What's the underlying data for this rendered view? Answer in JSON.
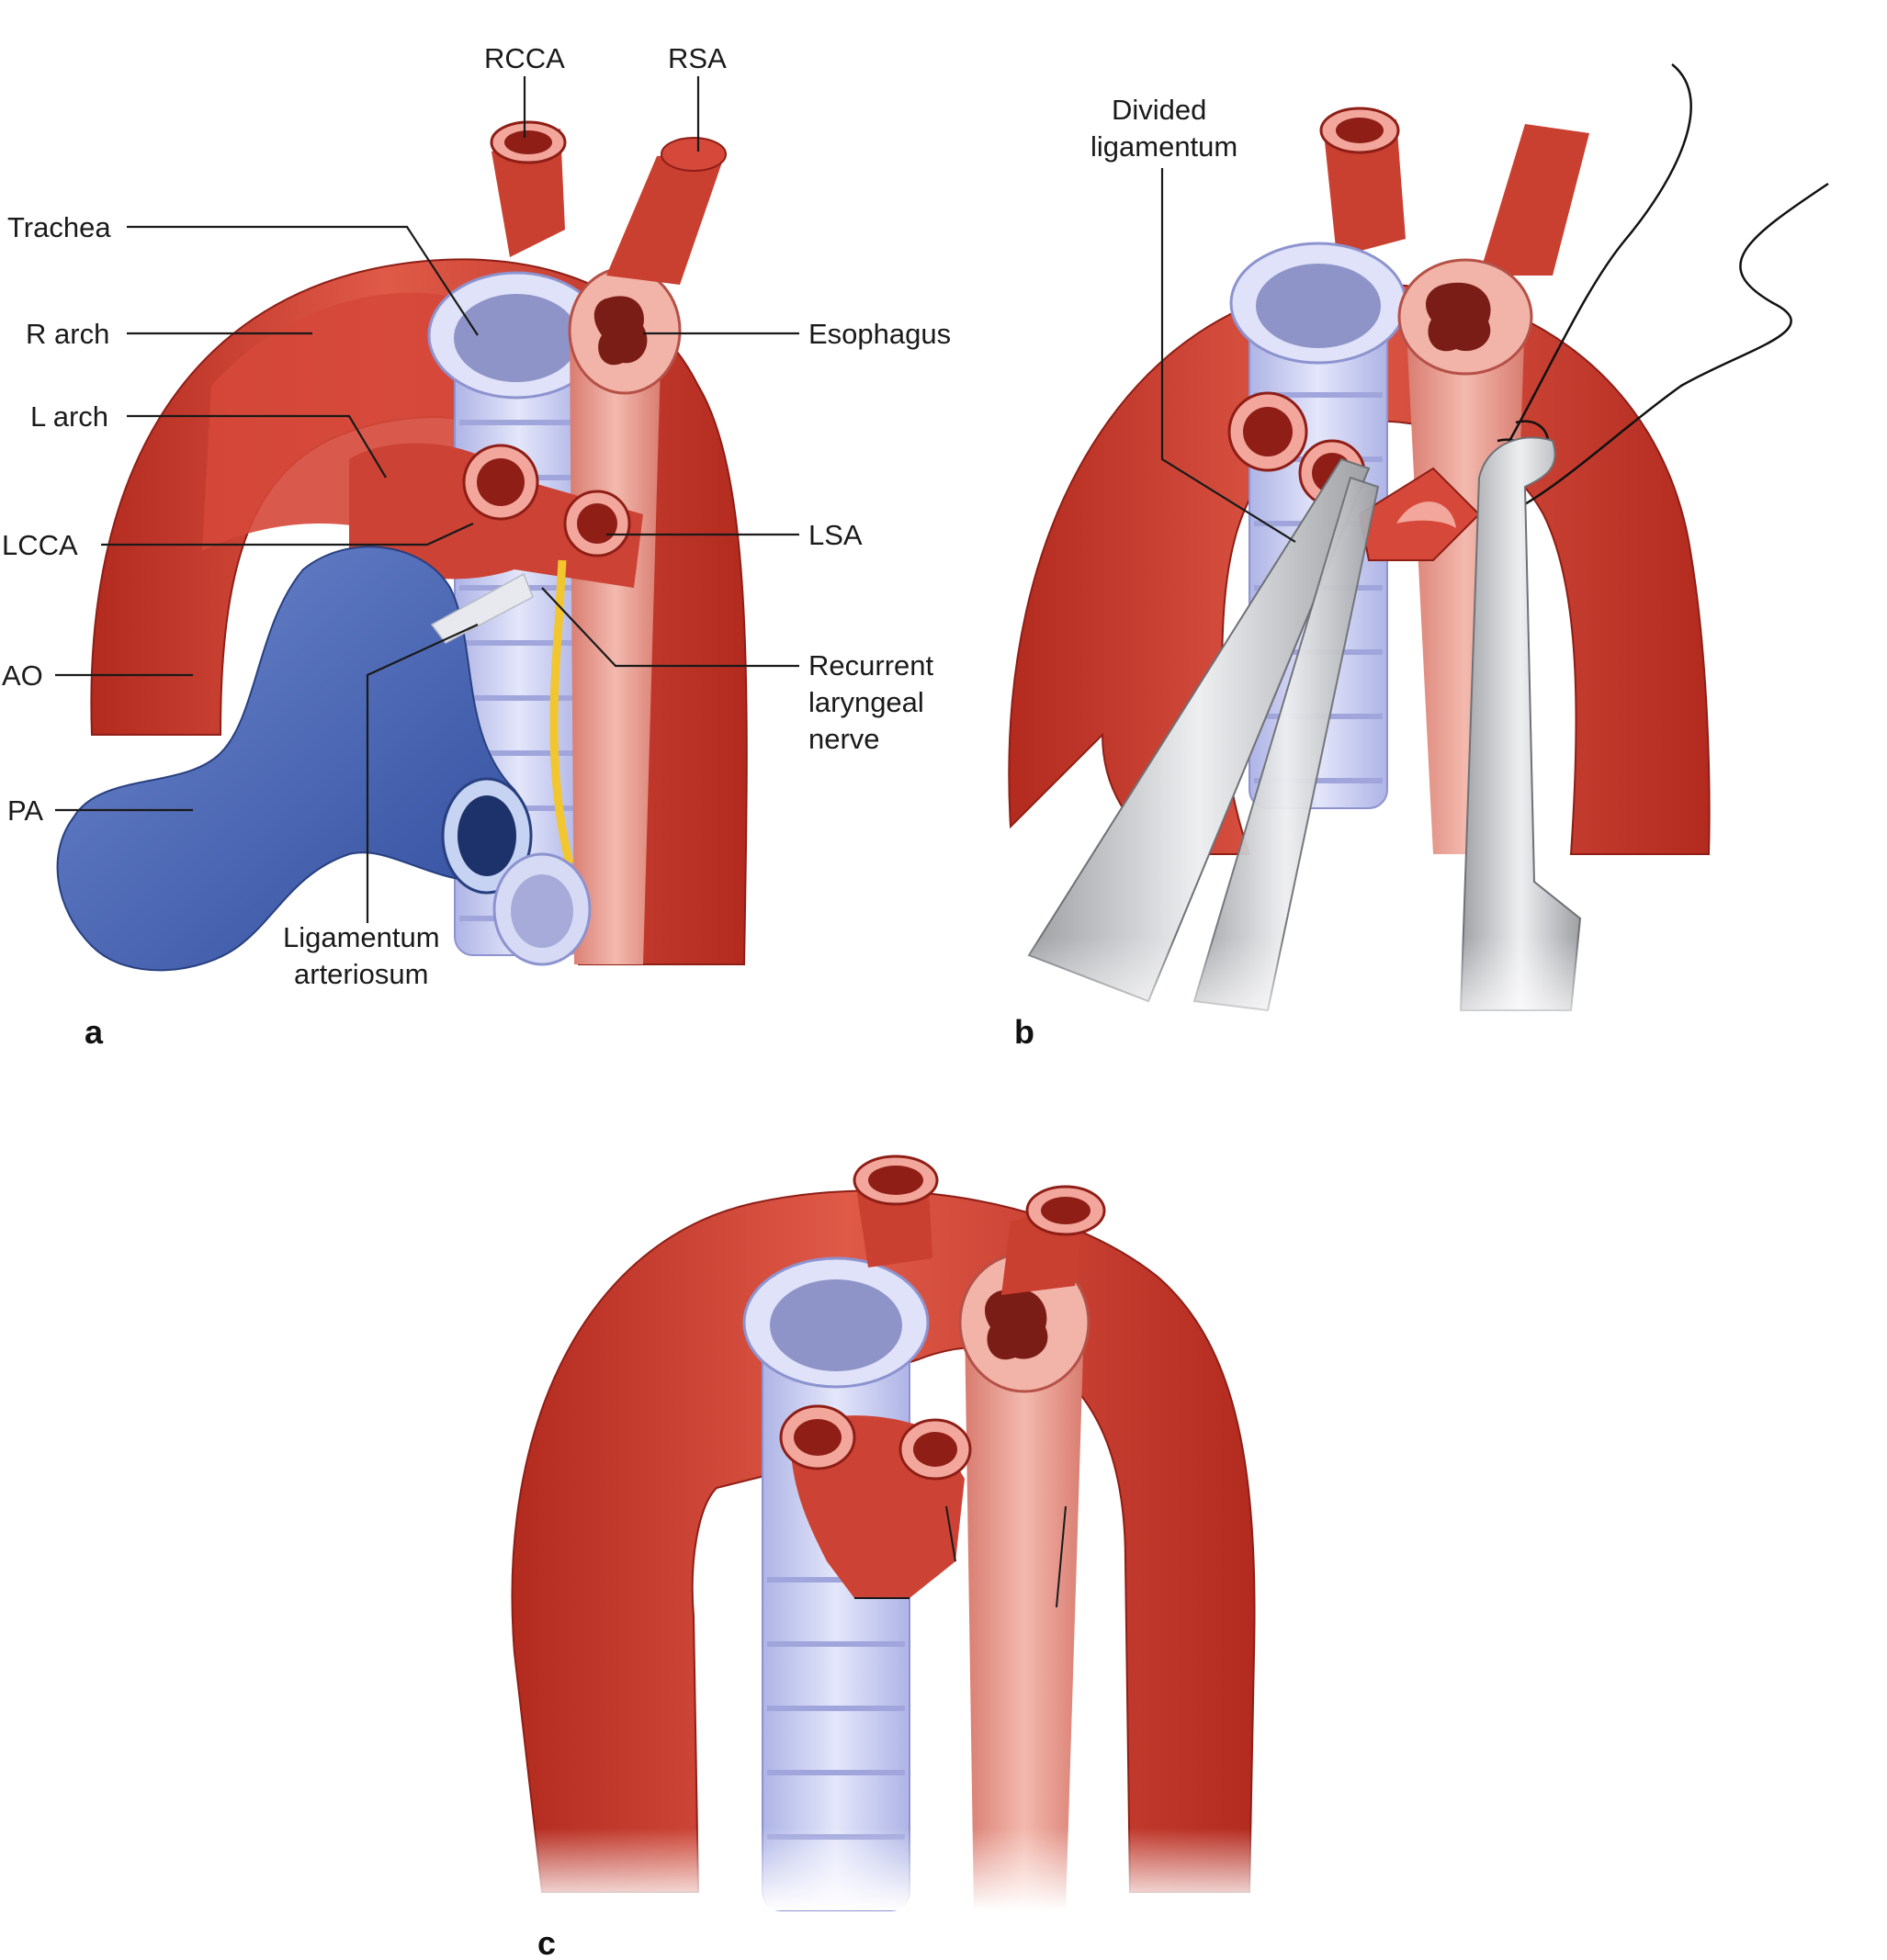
{
  "colors": {
    "artery": "#c83a2c",
    "artery_light": "#e46a58",
    "artery_dark": "#8e1e16",
    "pulmonary_artery": "#4a66b4",
    "trachea": "#c9cdf0",
    "esophagus": "#eea69a",
    "nerve": "#f2c62e",
    "instrument": "#c8c9cc"
  },
  "panels": [
    {
      "letter": "a"
    },
    {
      "letter": "b"
    },
    {
      "letter": "c"
    }
  ],
  "labels": {
    "rcca": "RCCA",
    "rsa": "RSA",
    "trachea": "Trachea",
    "r_arch": "R arch",
    "l_arch": "L arch",
    "esophagus": "Esophagus",
    "lcca": "LCCA",
    "lsa": "LSA",
    "ao": "AO",
    "recurrent_1": "Recurrent",
    "recurrent_2": "laryngeal",
    "recurrent_3": "nerve",
    "pa": "PA",
    "ligamentum_1": "Ligamentum",
    "ligamentum_2": "arteriosum",
    "divided_1": "Divided",
    "divided_2": "ligamentum"
  }
}
